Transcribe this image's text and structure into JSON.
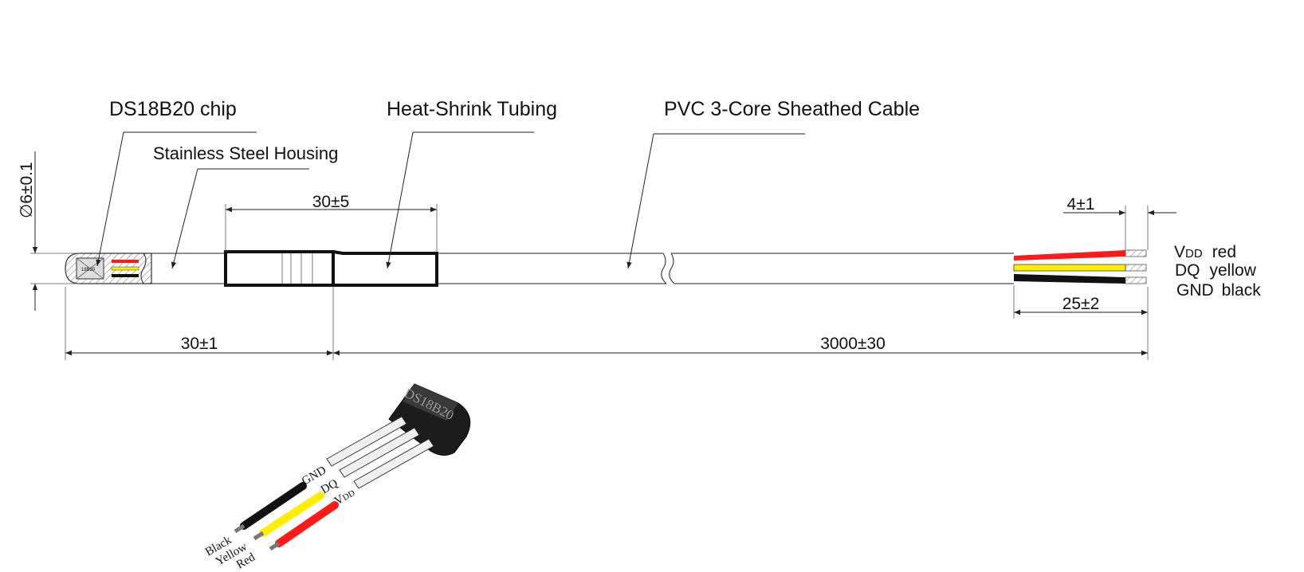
{
  "labels": {
    "chip": "DS18B20 chip",
    "housing": "Stainless Steel Housing",
    "tubing": "Heat-Shrink Tubing",
    "cable": "PVC 3-Core Sheathed Cable"
  },
  "dimensions": {
    "diameter": "6±0.1",
    "diameter_symbol": "∅",
    "tubing_length": "30±5",
    "housing_length": "30±1",
    "cable_length": "3000±30",
    "strip_length": "4±1",
    "wire_length": "25±2"
  },
  "wires": [
    {
      "prefix": "V",
      "sub": "DD",
      "color_name": "red",
      "hex": "#ff1a1a"
    },
    {
      "prefix": "DQ",
      "sub": "",
      "color_name": "yellow",
      "hex": "#ffee00"
    },
    {
      "prefix": "GND",
      "sub": "",
      "color_name": "black",
      "hex": "#111111"
    }
  ],
  "chip_marking": "DS18B20",
  "chip_tiny_marking": "18B20",
  "pinout": {
    "pins": [
      "GND",
      "DQ",
      "V"
    ],
    "vdd_sub": "DD",
    "wire_labels": [
      "Black",
      "Yellow",
      "Red"
    ],
    "colors": [
      "#111111",
      "#ffee00",
      "#ff1a1a"
    ]
  }
}
